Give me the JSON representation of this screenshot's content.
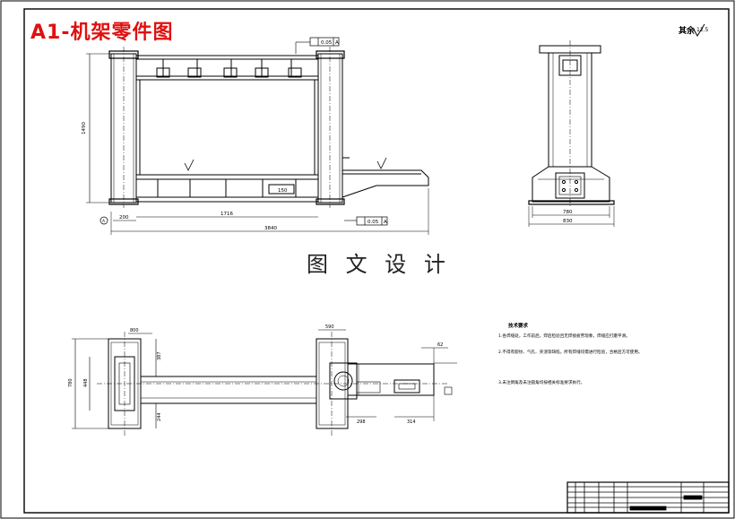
{
  "title": "A1-机架零件图",
  "watermark": "图 文 设 计",
  "roughness_note": "其余",
  "roughness_value": "12.5",
  "front_view": {
    "dim_height": "1490",
    "dim_inner_width": "1716",
    "dim_overall_width": "3840",
    "dim_foot": "200",
    "dim_mid": "150",
    "flatness_tol": "0.05",
    "parallel_tol": "0.05",
    "datum": "A"
  },
  "side_view": {
    "dim_inner": "780",
    "dim_outer": "830"
  },
  "top_view": {
    "dim_a": "800",
    "dim_b": "387",
    "dim_c": "780",
    "dim_d": "448",
    "dim_e": "244",
    "dim_f": "590",
    "dim_g": "62",
    "dim_h": "298",
    "dim_i": "314"
  },
  "tech_req": {
    "heading": "技术要求",
    "items": [
      "1.各焊缝处，工作前后，焊后检验且无焊接疲劳现象，焊缝应打磨平滑。",
      "2.不得有裂纹、气孔、夹渣等缺陷，所有焊缝均需进行检验，合格后方可使用。",
      "3.未注倒角及未注圆角均按相关标准要求执行。"
    ]
  }
}
